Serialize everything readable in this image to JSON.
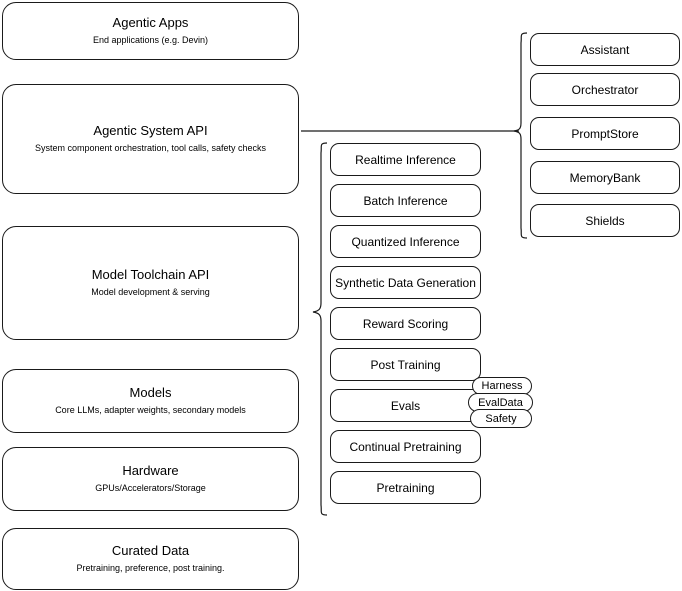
{
  "diagram": {
    "title": "AI stack layers diagram",
    "stroke_color": "#1a1a1a",
    "background_color": "#ffffff"
  },
  "layers": [
    {
      "id": "agentic-apps",
      "title": "Agentic Apps",
      "subtitle": "End applications (e.g. Devin)"
    },
    {
      "id": "agentic-system-api",
      "title": "Agentic System API",
      "subtitle": "System component orchestration, tool calls, safety checks"
    },
    {
      "id": "model-toolchain-api",
      "title": "Model Toolchain API",
      "subtitle": "Model development & serving"
    },
    {
      "id": "models",
      "title": "Models",
      "subtitle": "Core LLMs, adapter weights, secondary models"
    },
    {
      "id": "hardware",
      "title": "Hardware",
      "subtitle": "GPUs/Accelerators/Storage"
    },
    {
      "id": "curated-data",
      "title": "Curated Data",
      "subtitle": "Pretraining, preference, post training."
    }
  ],
  "toolchain_items": [
    {
      "id": "realtime-inference",
      "label": "Realtime Inference"
    },
    {
      "id": "batch-inference",
      "label": "Batch Inference"
    },
    {
      "id": "quantized-inference",
      "label": "Quantized Inference"
    },
    {
      "id": "synthetic-data-generation",
      "label": "Synthetic Data Generation"
    },
    {
      "id": "reward-scoring",
      "label": "Reward Scoring"
    },
    {
      "id": "post-training",
      "label": "Post Training"
    },
    {
      "id": "evals",
      "label": "Evals"
    },
    {
      "id": "continual-pretraining",
      "label": "Continual Pretraining"
    },
    {
      "id": "pretraining",
      "label": "Pretraining"
    }
  ],
  "evals_pills": [
    {
      "id": "harness",
      "label": "Harness"
    },
    {
      "id": "evaldata",
      "label": "EvalData"
    },
    {
      "id": "safety",
      "label": "Safety"
    }
  ],
  "agentic_system_items": [
    {
      "id": "assistant",
      "label": "Assistant"
    },
    {
      "id": "orchestrator",
      "label": "Orchestrator"
    },
    {
      "id": "promptstore",
      "label": "PromptStore"
    },
    {
      "id": "memorybank",
      "label": "MemoryBank"
    },
    {
      "id": "shields",
      "label": "Shields"
    }
  ]
}
